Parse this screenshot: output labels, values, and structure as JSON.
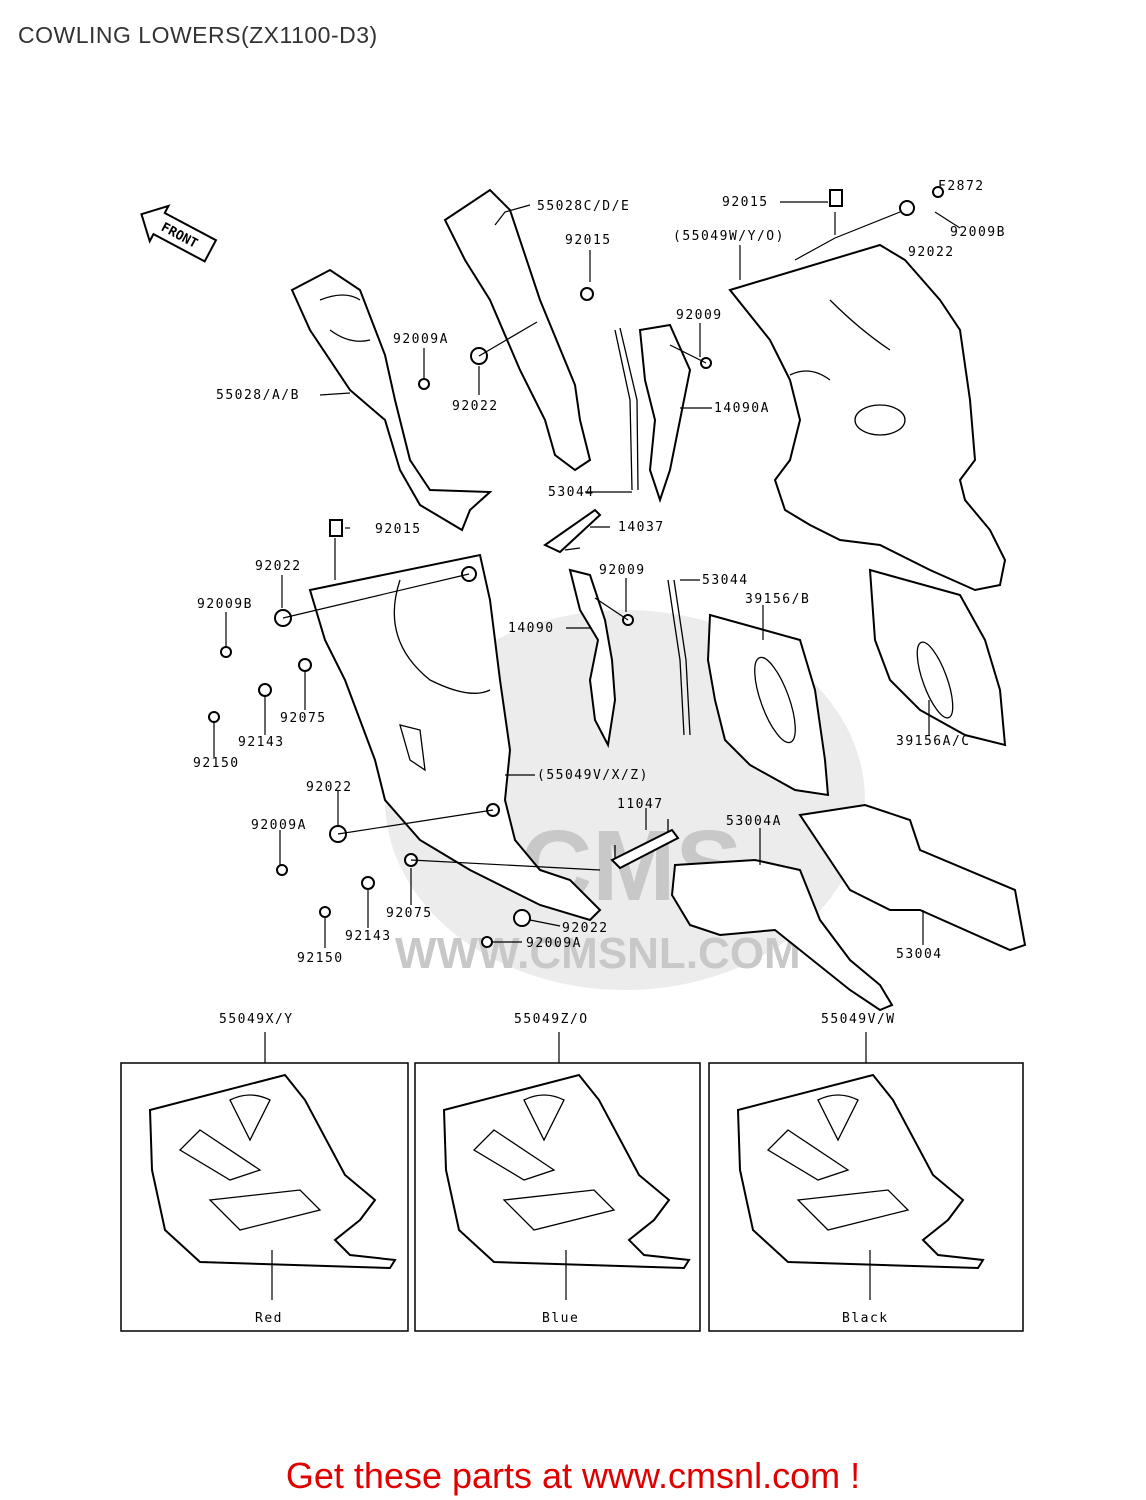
{
  "title": "COWLING LOWERS(ZX1100-D3)",
  "figure_code": "F2872",
  "direction_label": "FRONT",
  "watermark": "WWW.CMSNL.COM",
  "watermark_logo": "CMS",
  "callouts": {
    "c55028cde": "55028C/D/E",
    "c92015_top": "92015",
    "c92015_mid": "92015",
    "c92015_left": "92015",
    "c55049wyo": "(55049W/Y/O)",
    "c92022_tr": "92022",
    "c92009b_tr": "92009B",
    "c92009a_top": "92009A",
    "c92022_top": "92022",
    "c55028ab": "55028/A/B",
    "c92009_r": "92009",
    "c14090a": "14090A",
    "c53044_top": "53044",
    "c14037": "14037",
    "c92022_l": "92022",
    "c92009b_l": "92009B",
    "c92009_mid": "92009",
    "c53044_mid": "53044",
    "c39156b": "39156/B",
    "c14090": "14090",
    "c92075_a": "92075",
    "c92143_a": "92143",
    "c92150_a": "92150",
    "c39156ac": "39156A/C",
    "c55049vxz": "(55049V/X/Z)",
    "c92022_m": "92022",
    "c11047": "11047",
    "c53004a": "53004A",
    "c92009a_m": "92009A",
    "c92075_b": "92075",
    "c92143_b": "92143",
    "c92022_b": "92022",
    "c92009a_b": "92009A",
    "c92150_b": "92150",
    "c53004": "53004"
  },
  "variants": [
    {
      "part": "55049X/Y",
      "color": "Red"
    },
    {
      "part": "55049Z/O",
      "color": "Blue"
    },
    {
      "part": "55049V/W",
      "color": "Black"
    }
  ],
  "footer": "Get these parts at www.cmsnl.com !",
  "colors": {
    "footer": "#e00000",
    "title": "#333333",
    "watermark": "#dcdcdc"
  }
}
